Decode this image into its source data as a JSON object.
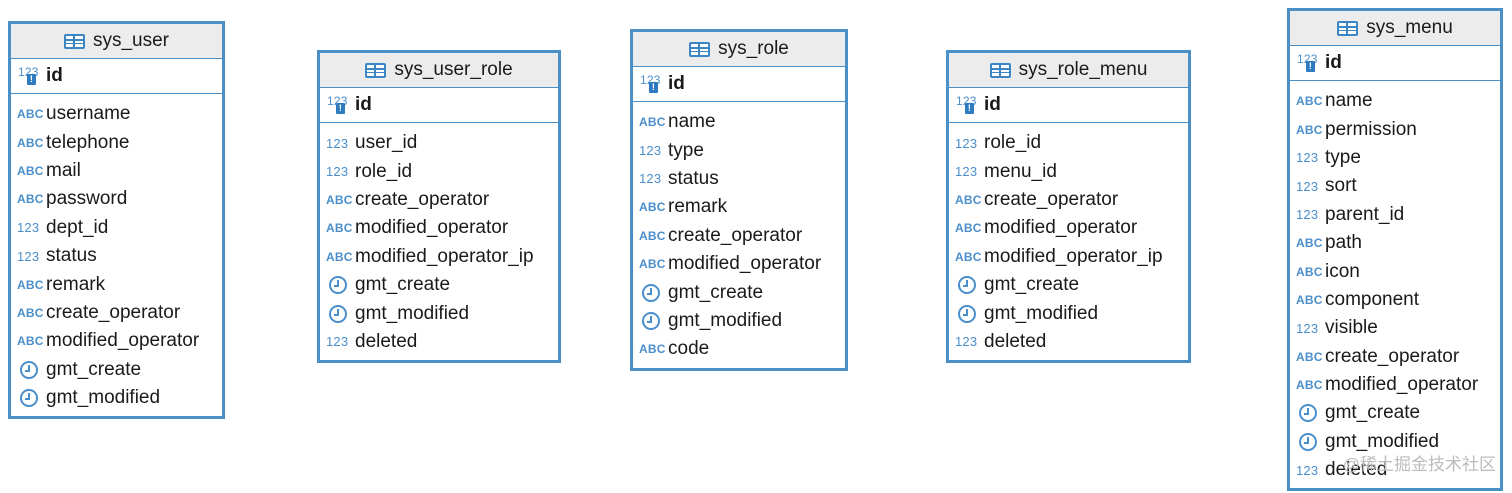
{
  "tables": [
    {
      "name": "sys_user",
      "pk": "id",
      "columns": [
        {
          "name": "username",
          "type": "ABC"
        },
        {
          "name": "telephone",
          "type": "ABC"
        },
        {
          "name": "mail",
          "type": "ABC"
        },
        {
          "name": "password",
          "type": "ABC"
        },
        {
          "name": "dept_id",
          "type": "123"
        },
        {
          "name": "status",
          "type": "123"
        },
        {
          "name": "remark",
          "type": "ABC"
        },
        {
          "name": "create_operator",
          "type": "ABC"
        },
        {
          "name": "modified_operator",
          "type": "ABC"
        },
        {
          "name": "gmt_create",
          "type": "clock-icon"
        },
        {
          "name": "gmt_modified",
          "type": "clock-icon"
        }
      ]
    },
    {
      "name": "sys_user_role",
      "pk": "id",
      "columns": [
        {
          "name": "user_id",
          "type": "123"
        },
        {
          "name": "role_id",
          "type": "123"
        },
        {
          "name": "create_operator",
          "type": "ABC"
        },
        {
          "name": "modified_operator",
          "type": "ABC"
        },
        {
          "name": "modified_operator_ip",
          "type": "ABC"
        },
        {
          "name": "gmt_create",
          "type": "clock-icon"
        },
        {
          "name": "gmt_modified",
          "type": "clock-icon"
        },
        {
          "name": "deleted",
          "type": "123"
        }
      ]
    },
    {
      "name": "sys_role",
      "pk": "id",
      "columns": [
        {
          "name": "name",
          "type": "ABC"
        },
        {
          "name": "type",
          "type": "123"
        },
        {
          "name": "status",
          "type": "123"
        },
        {
          "name": "remark",
          "type": "ABC"
        },
        {
          "name": "create_operator",
          "type": "ABC"
        },
        {
          "name": "modified_operator",
          "type": "ABC"
        },
        {
          "name": "gmt_create",
          "type": "clock-icon"
        },
        {
          "name": "gmt_modified",
          "type": "clock-icon"
        },
        {
          "name": "code",
          "type": "ABC"
        }
      ]
    },
    {
      "name": "sys_role_menu",
      "pk": "id",
      "columns": [
        {
          "name": "role_id",
          "type": "123"
        },
        {
          "name": "menu_id",
          "type": "123"
        },
        {
          "name": "create_operator",
          "type": "ABC"
        },
        {
          "name": "modified_operator",
          "type": "ABC"
        },
        {
          "name": "modified_operator_ip",
          "type": "ABC"
        },
        {
          "name": "gmt_create",
          "type": "clock-icon"
        },
        {
          "name": "gmt_modified",
          "type": "clock-icon"
        },
        {
          "name": "deleted",
          "type": "123"
        }
      ]
    },
    {
      "name": "sys_menu",
      "pk": "id",
      "columns": [
        {
          "name": "name",
          "type": "ABC"
        },
        {
          "name": "permission",
          "type": "ABC"
        },
        {
          "name": "type",
          "type": "123"
        },
        {
          "name": "sort",
          "type": "123"
        },
        {
          "name": "parent_id",
          "type": "123"
        },
        {
          "name": "path",
          "type": "ABC"
        },
        {
          "name": "icon",
          "type": "ABC"
        },
        {
          "name": "component",
          "type": "ABC"
        },
        {
          "name": "visible",
          "type": "123"
        },
        {
          "name": "create_operator",
          "type": "ABC"
        },
        {
          "name": "modified_operator",
          "type": "ABC"
        },
        {
          "name": "gmt_create",
          "type": "clock-icon"
        },
        {
          "name": "gmt_modified",
          "type": "clock-icon"
        },
        {
          "name": "deleted",
          "type": "123"
        }
      ]
    }
  ],
  "pk_type_label": "123",
  "key_badge": "!",
  "watermark": "@稀土掘金技术社区",
  "colors": {
    "accent": "#4a90c8",
    "header_bg": "#ececec"
  }
}
